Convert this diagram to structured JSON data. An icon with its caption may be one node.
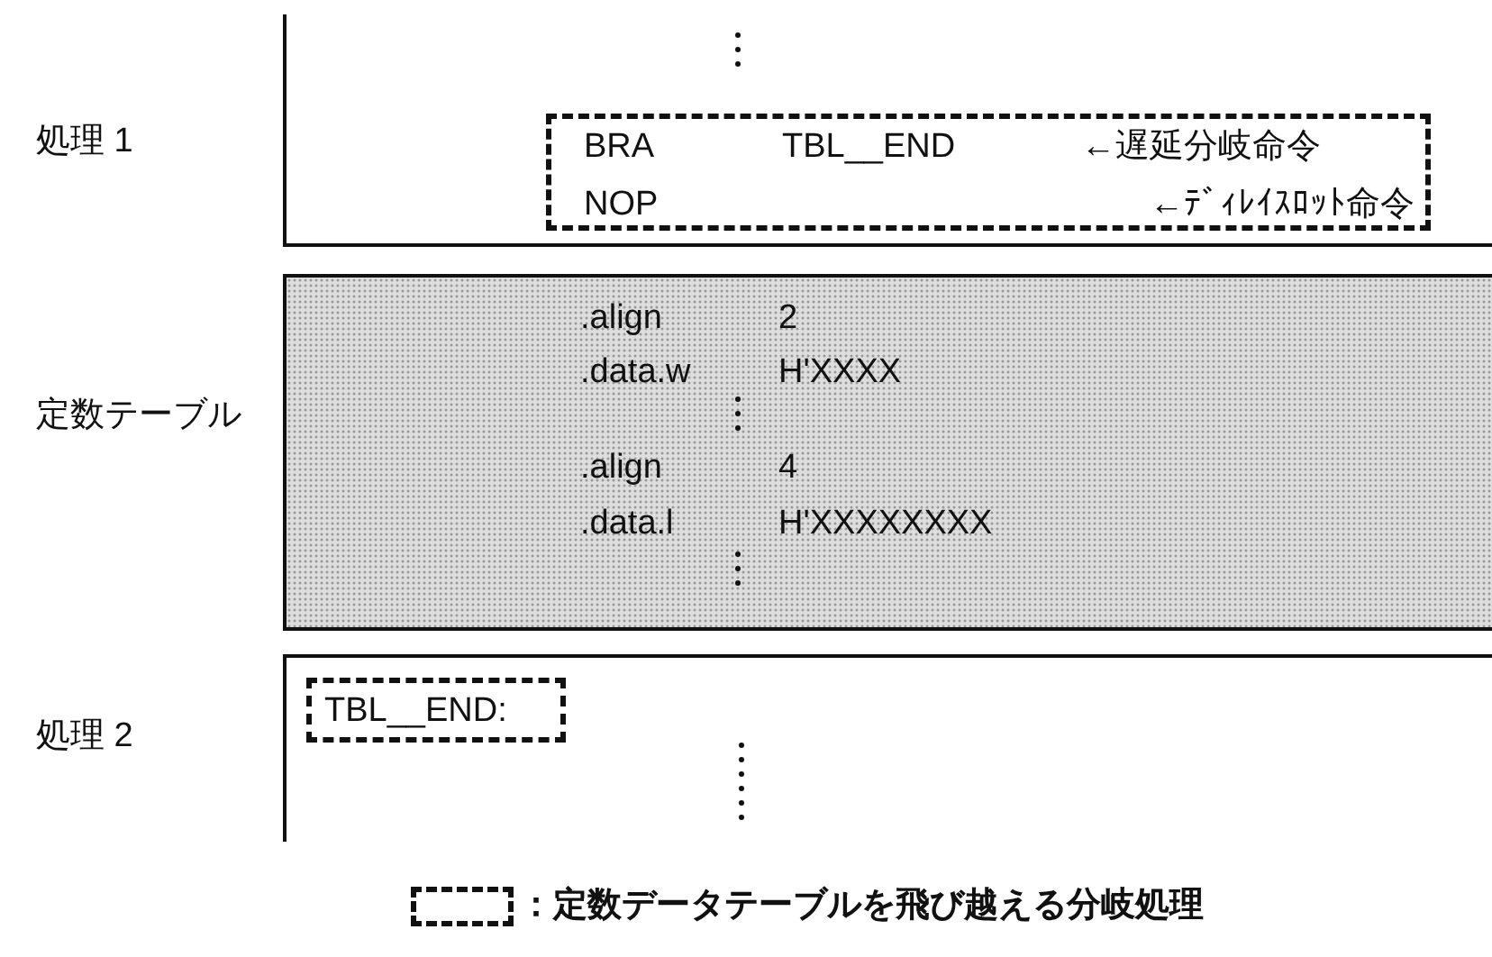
{
  "diagram": {
    "nodes": [
      {
        "text": [
          "処理 1"
        ]
      },
      {
        "text": [
          "BRA",
          "TBL__END",
          "←遅延分岐命令",
          "NOP",
          "←ﾃﾞｨﾚｲｽﾛｯﾄ命令"
        ],
        "in": 0
      },
      {
        "text": [
          "定数テーブル",
          ".align",
          "2",
          ".data.w",
          "H'XXXX",
          ".align",
          "4",
          ".data.l",
          "H'XXXXXXXX"
        ]
      },
      {
        "text": [
          "処理 2"
        ]
      },
      {
        "text": [
          "TBL__END:"
        ],
        "in": 3
      }
    ],
    "edges": [],
    "legend": [
      {
        "text": "：定数データテーブルを飛び越える分岐処理"
      }
    ]
  }
}
